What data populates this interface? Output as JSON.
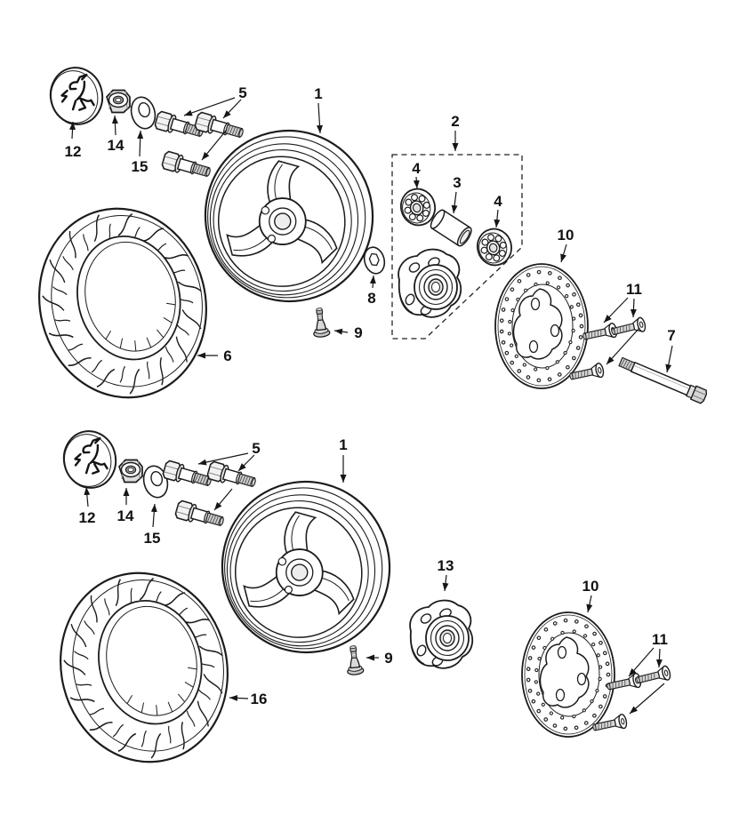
{
  "figure": {
    "type": "exploded-parts-diagram",
    "subject": "Scooter front and rear wheel assemblies",
    "background_color": "#ffffff",
    "line_color": "#1c1c1c",
    "shade_color": "#d6d6d6"
  },
  "front": {
    "name": "front-wheel-assembly",
    "callouts": [
      {
        "num": "12",
        "part": "wheel-center-cap"
      },
      {
        "num": "14",
        "part": "axle-nut"
      },
      {
        "num": "15",
        "part": "flat-washer"
      },
      {
        "num": "5",
        "part": "wheel-bolts"
      },
      {
        "num": "1",
        "part": "alloy-wheel-rim"
      },
      {
        "num": "2",
        "part": "hub-bearing-kit"
      },
      {
        "num": "4",
        "part": "ball-bearing-outer"
      },
      {
        "num": "3",
        "part": "bearing-spacer-tube"
      },
      {
        "num": "4",
        "part": "ball-bearing-inner"
      },
      {
        "num": "8",
        "part": "valve-washer"
      },
      {
        "num": "9",
        "part": "tyre-valve"
      },
      {
        "num": "6",
        "part": "front-tyre"
      },
      {
        "num": "10",
        "part": "brake-disc"
      },
      {
        "num": "11",
        "part": "brake-disc-screws"
      },
      {
        "num": "7",
        "part": "wheel-axle"
      }
    ]
  },
  "rear": {
    "name": "rear-wheel-assembly",
    "callouts": [
      {
        "num": "12",
        "part": "wheel-center-cap"
      },
      {
        "num": "14",
        "part": "axle-nut"
      },
      {
        "num": "15",
        "part": "flat-washer"
      },
      {
        "num": "5",
        "part": "wheel-bolts"
      },
      {
        "num": "1",
        "part": "alloy-wheel-rim"
      },
      {
        "num": "9",
        "part": "tyre-valve"
      },
      {
        "num": "16",
        "part": "rear-tyre"
      },
      {
        "num": "13",
        "part": "wheel-hub"
      },
      {
        "num": "10",
        "part": "brake-disc"
      },
      {
        "num": "11",
        "part": "brake-disc-screws"
      }
    ]
  }
}
